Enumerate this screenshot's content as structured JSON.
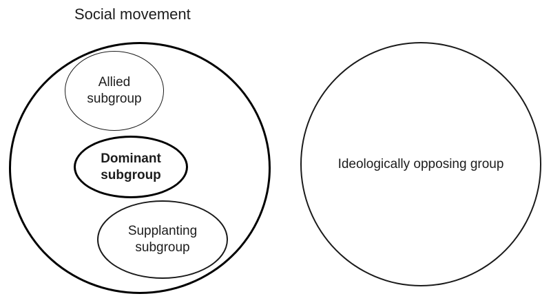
{
  "diagram": {
    "title": "Social movement",
    "left_circle": {
      "name": "social-movement-circle",
      "subgroups": [
        {
          "id": "allied",
          "label": "Allied subgroup",
          "emphasis": "normal"
        },
        {
          "id": "dominant",
          "label": "Dominant subgroup",
          "emphasis": "bold"
        },
        {
          "id": "supplanting",
          "label": "Supplanting subgroup",
          "emphasis": "normal"
        }
      ]
    },
    "right_circle": {
      "name": "opposing-group-circle",
      "label": "Ideologically opposing group"
    }
  },
  "colors": {
    "stroke": "#000000",
    "text": "#1c1c1c",
    "background": "#ffffff"
  }
}
